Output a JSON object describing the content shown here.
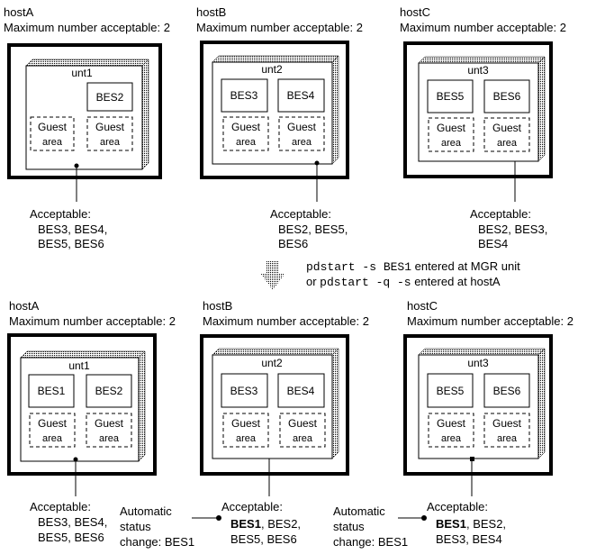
{
  "colors": {
    "line": "#000000",
    "background": "#ffffff"
  },
  "top": {
    "hosts": [
      {
        "name": "hostA",
        "max": "Maximum number acceptable: 2",
        "unit": "unt1",
        "bes": [
          "",
          "BES2"
        ],
        "guest": [
          [
            "Guest",
            "area"
          ],
          [
            "Guest",
            "area"
          ]
        ],
        "acceptable": [
          "Acceptable:",
          "BES3, BES4,",
          "BES5, BES6"
        ]
      },
      {
        "name": "hostB",
        "max": "Maximum number acceptable: 2",
        "unit": "unt2",
        "bes": [
          "BES3",
          "BES4"
        ],
        "guest": [
          [
            "Guest",
            "area"
          ],
          [
            "Guest",
            "area"
          ]
        ],
        "acceptable": [
          "Acceptable:",
          "BES2, BES5,",
          "BES6"
        ]
      },
      {
        "name": "hostC",
        "max": "Maximum number acceptable: 2",
        "unit": "unt3",
        "bes": [
          "BES5",
          "BES6"
        ],
        "guest": [
          [
            "Guest",
            "area"
          ],
          [
            "Guest",
            "area"
          ]
        ],
        "acceptable": [
          "Acceptable:",
          "BES2, BES3,",
          "BES4"
        ]
      }
    ]
  },
  "command": {
    "line1_code": "pdstart -s BES1",
    "line1_text": " entered at MGR unit",
    "line2_prefix": "or ",
    "line2_code": "pdstart -q -s",
    "line2_text": " entered at hostA"
  },
  "bottom": {
    "hosts": [
      {
        "name": "hostA",
        "max": "Maximum number acceptable: 2",
        "unit": "unt1",
        "bes": [
          "BES1",
          "BES2"
        ],
        "guest": [
          [
            "Guest",
            "area"
          ],
          [
            "Guest",
            "area"
          ]
        ],
        "acceptable": [
          "Acceptable:",
          "BES3, BES4,",
          "BES5, BES6"
        ]
      },
      {
        "name": "hostB",
        "max": "Maximum number acceptable: 2",
        "unit": "unt2",
        "bes": [
          "BES3",
          "BES4"
        ],
        "guest": [
          [
            "Guest",
            "area"
          ],
          [
            "Guest",
            "area"
          ]
        ],
        "acceptable_bold": "BES1",
        "acceptable": [
          "Acceptable:",
          ", BES2,",
          "BES5, BES6"
        ]
      },
      {
        "name": "hostC",
        "max": "Maximum number acceptable: 2",
        "unit": "unt3",
        "bes": [
          "BES5",
          "BES6"
        ],
        "guest": [
          [
            "Guest",
            "area"
          ],
          [
            "Guest",
            "area"
          ]
        ],
        "acceptable_bold": "BES1",
        "acceptable": [
          "Acceptable:",
          ", BES2,",
          "BES3, BES4"
        ]
      }
    ],
    "auto_change": [
      [
        "Automatic",
        "status",
        "change: BES1"
      ],
      [
        "Automatic",
        "status",
        "change: BES1"
      ]
    ]
  }
}
